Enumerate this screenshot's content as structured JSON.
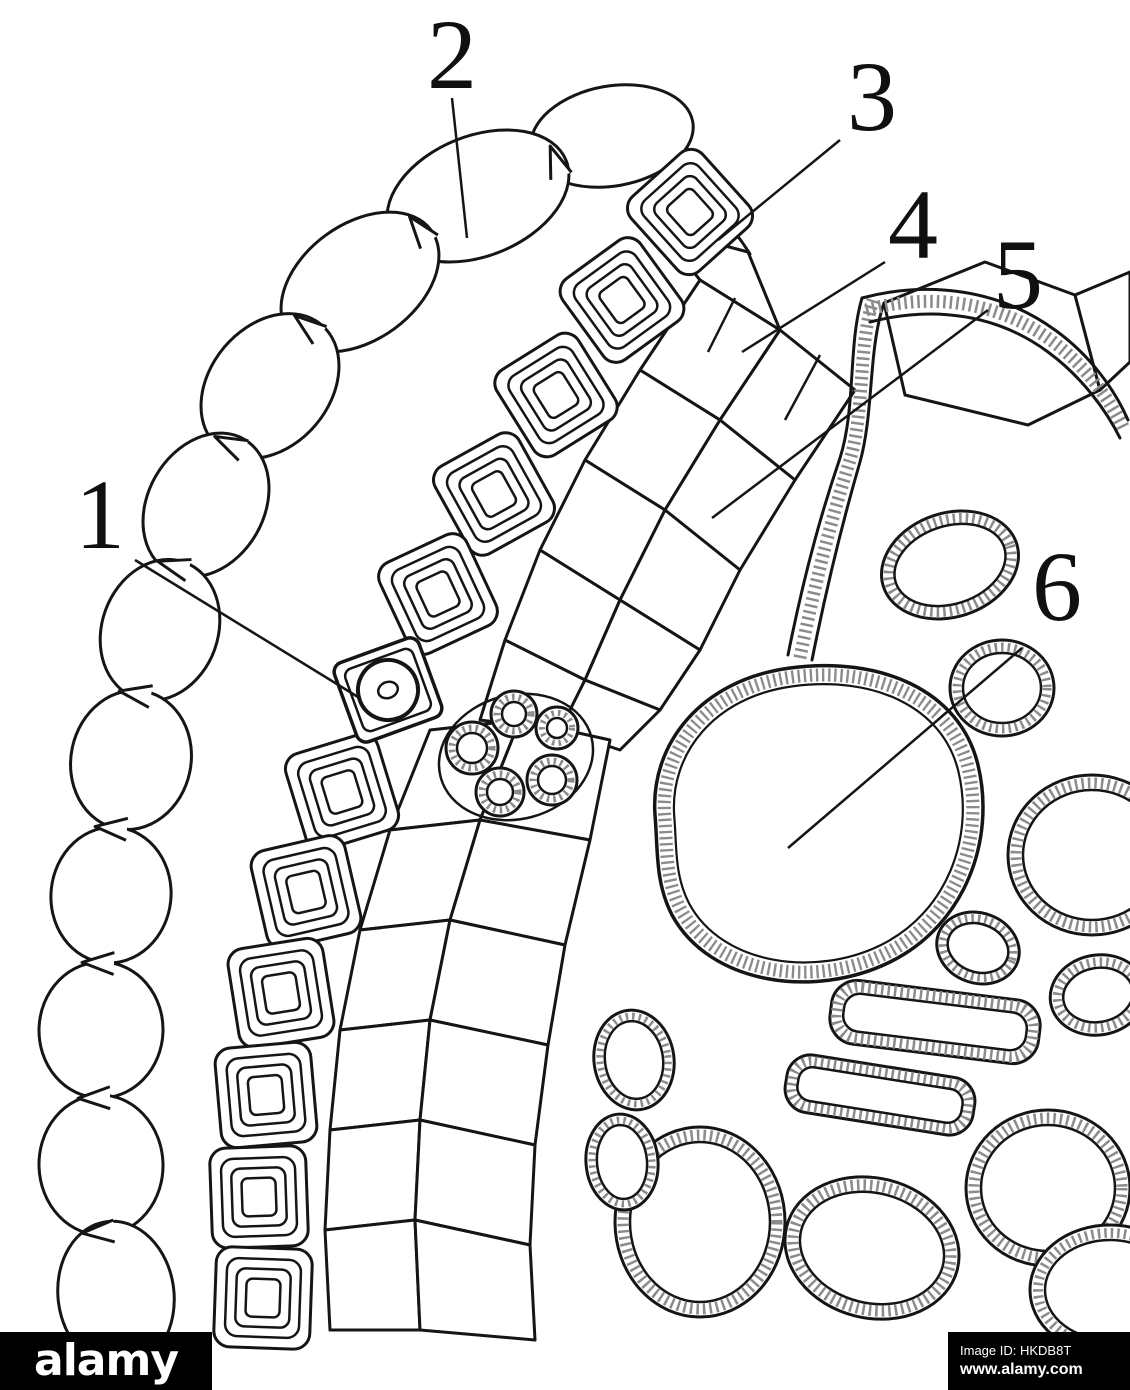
{
  "colors": {
    "ink": "#151515",
    "paper": "#ffffff",
    "wall_stipple": "#8b8b8b",
    "bar_bg": "#000000",
    "bar_text": "#ffffff"
  },
  "figure": {
    "labels": [
      {
        "num": "1"
      },
      {
        "num": "2"
      },
      {
        "num": "3"
      },
      {
        "num": "4"
      },
      {
        "num": "5"
      },
      {
        "num": "6"
      }
    ]
  },
  "watermark": {
    "brand": "alamy",
    "image_id": "Image ID: HKDB8T",
    "url": "www.alamy.com"
  }
}
